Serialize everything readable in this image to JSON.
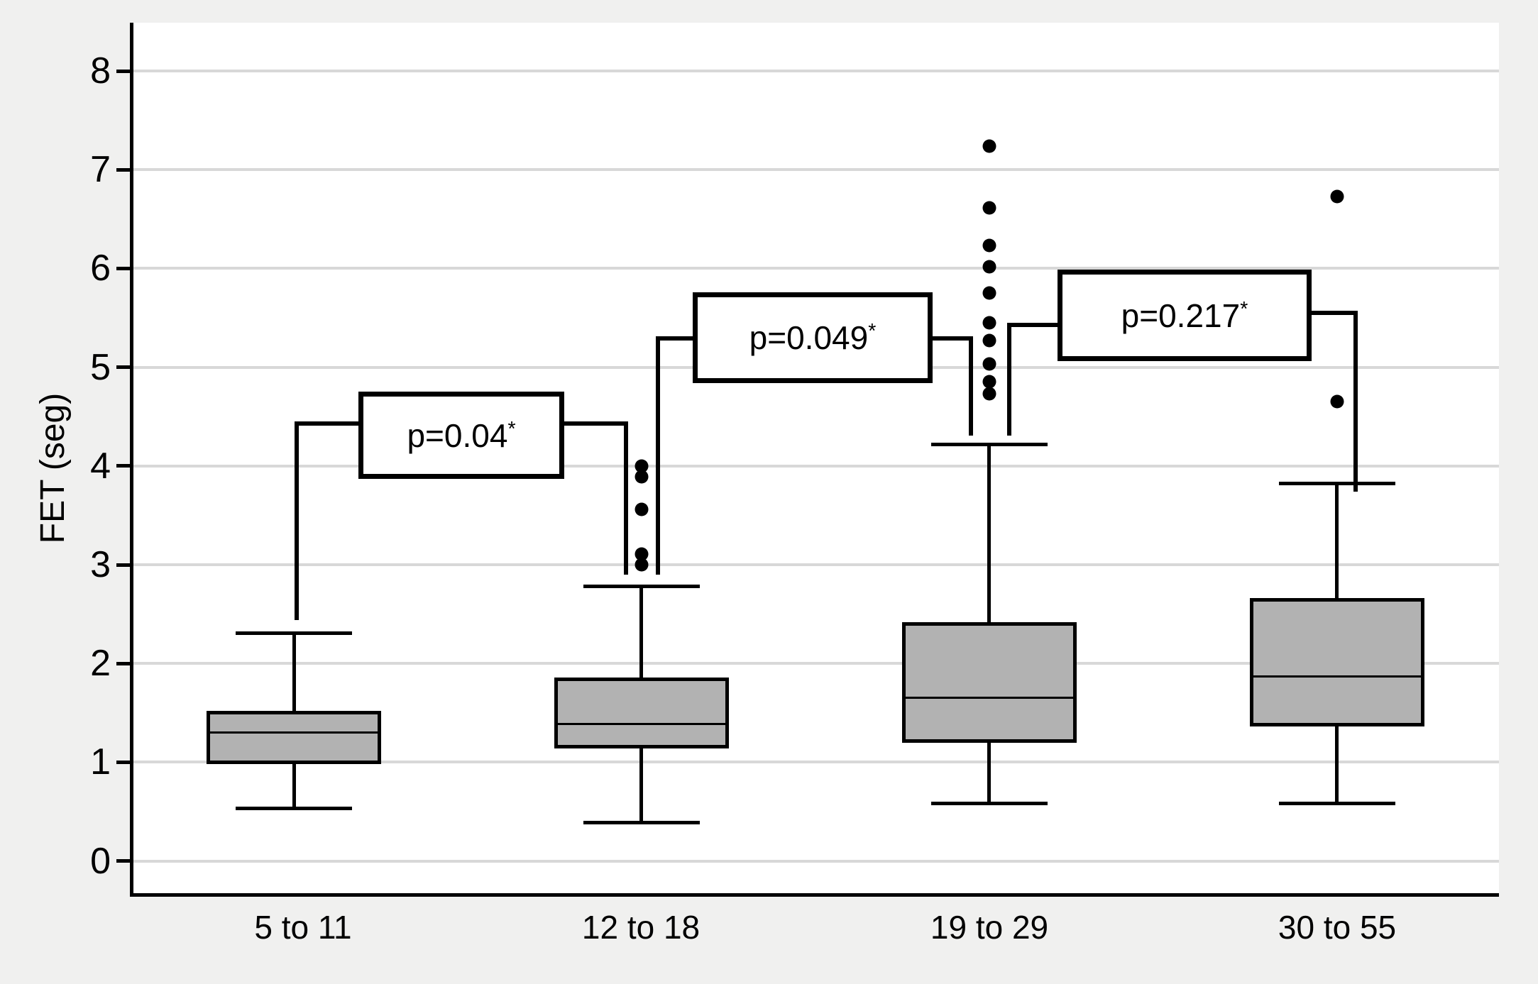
{
  "figure": {
    "ylabel": "FET (seg)"
  },
  "chart_data": {
    "type": "box",
    "title": "",
    "xlabel": "",
    "ylabel": "FET (seg)",
    "ylim": [
      -0.33,
      8.5
    ],
    "yticks": [
      8,
      7,
      6,
      5,
      4,
      3,
      2,
      1,
      0
    ],
    "grid": true,
    "categories": [
      "5 to 11",
      "12 to 18",
      "19 to 29",
      "30 to 55"
    ],
    "series": [
      {
        "category": "5 to 11",
        "whisker_low": 0.53,
        "q1": 0.98,
        "median": 1.3,
        "q3": 1.52,
        "whisker_high": 2.31,
        "outliers": []
      },
      {
        "category": "12 to 18",
        "whisker_low": 0.39,
        "q1": 1.14,
        "median": 1.39,
        "q3": 1.86,
        "whisker_high": 2.78,
        "outliers": [
          3.0,
          3.11,
          3.56,
          3.89,
          4.0
        ]
      },
      {
        "category": "19 to 29",
        "whisker_low": 0.58,
        "q1": 1.2,
        "median": 1.65,
        "q3": 2.42,
        "whisker_high": 4.22,
        "outliers": [
          4.73,
          4.85,
          5.03,
          5.27,
          5.45,
          5.75,
          6.02,
          6.23,
          6.61,
          7.24
        ]
      },
      {
        "category": "30 to 55",
        "whisker_low": 0.58,
        "q1": 1.36,
        "median": 1.87,
        "q3": 2.66,
        "whisker_high": 3.82,
        "outliers": [
          4.65,
          6.73
        ]
      }
    ],
    "annotations": [
      {
        "label": "p=0.04",
        "sup": "*",
        "between": [
          "5 to 11",
          "12 to 18"
        ],
        "level_left": 4.43,
        "level_right": 4.43,
        "box_x": [
          505,
          795
        ],
        "box_v": [
          3.87,
          4.75
        ],
        "arm_left": {
          "x": 418,
          "v_bottom": 2.44
        },
        "arm_right": {
          "x": 882,
          "v_bottom": 2.9
        }
      },
      {
        "label": "p=0.049",
        "sup": "*",
        "between": [
          "12 to 18",
          "19 to 29"
        ],
        "level_left": 5.29,
        "level_right": 5.29,
        "box_x": [
          976,
          1314
        ],
        "box_v": [
          4.84,
          5.76
        ],
        "arm_left": {
          "x": 927,
          "v_bottom": 2.9
        },
        "arm_right": {
          "x": 1368,
          "v_bottom": 4.31
        }
      },
      {
        "label": "p=0.217",
        "sup": "*",
        "between": [
          "19 to 29",
          "30 to 55"
        ],
        "level_left": 5.43,
        "level_right": 5.55,
        "box_x": [
          1490,
          1848
        ],
        "box_v": [
          5.06,
          5.99
        ],
        "arm_left": {
          "x": 1422,
          "v_bottom": 4.31
        },
        "arm_right": {
          "x": 1910,
          "v_bottom": 3.74
        }
      }
    ],
    "colors": {
      "page_bg": "#f0f0ef",
      "plot_bg": "#ffffff",
      "gridline": "#d8d8d8",
      "box_fill": "#b2b2b2",
      "box_border": "#000000",
      "text": "#000000"
    }
  }
}
